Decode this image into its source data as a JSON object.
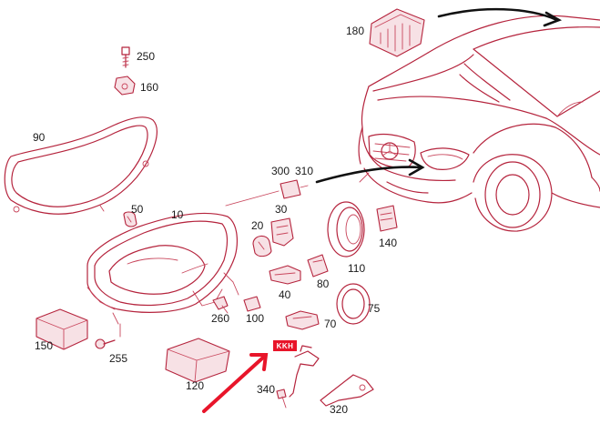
{
  "parts": [
    {
      "id": "label-180",
      "text": "180"
    },
    {
      "id": "label-250",
      "text": "250"
    },
    {
      "id": "label-160",
      "text": "160"
    },
    {
      "id": "label-90",
      "text": "90"
    },
    {
      "id": "label-50",
      "text": "50"
    },
    {
      "id": "label-10",
      "text": "10"
    },
    {
      "id": "label-300",
      "text": "300"
    },
    {
      "id": "label-310",
      "text": "310"
    },
    {
      "id": "label-30",
      "text": "30"
    },
    {
      "id": "label-20",
      "text": "20"
    },
    {
      "id": "label-140",
      "text": "140"
    },
    {
      "id": "label-110",
      "text": "110"
    },
    {
      "id": "label-80",
      "text": "80"
    },
    {
      "id": "label-40",
      "text": "40"
    },
    {
      "id": "label-75",
      "text": "75"
    },
    {
      "id": "label-260",
      "text": "260"
    },
    {
      "id": "label-100",
      "text": "100"
    },
    {
      "id": "label-70",
      "text": "70"
    },
    {
      "id": "label-150",
      "text": "150"
    },
    {
      "id": "label-255",
      "text": "255"
    },
    {
      "id": "label-120",
      "text": "120"
    },
    {
      "id": "label-340",
      "text": "340"
    },
    {
      "id": "label-320",
      "text": "320"
    }
  ],
  "badge": {
    "text": "KKH",
    "color": "#e8152a"
  },
  "colors": {
    "line": "#b5243d",
    "arrow": "#111111",
    "highlight_arrow": "#e8152a"
  }
}
